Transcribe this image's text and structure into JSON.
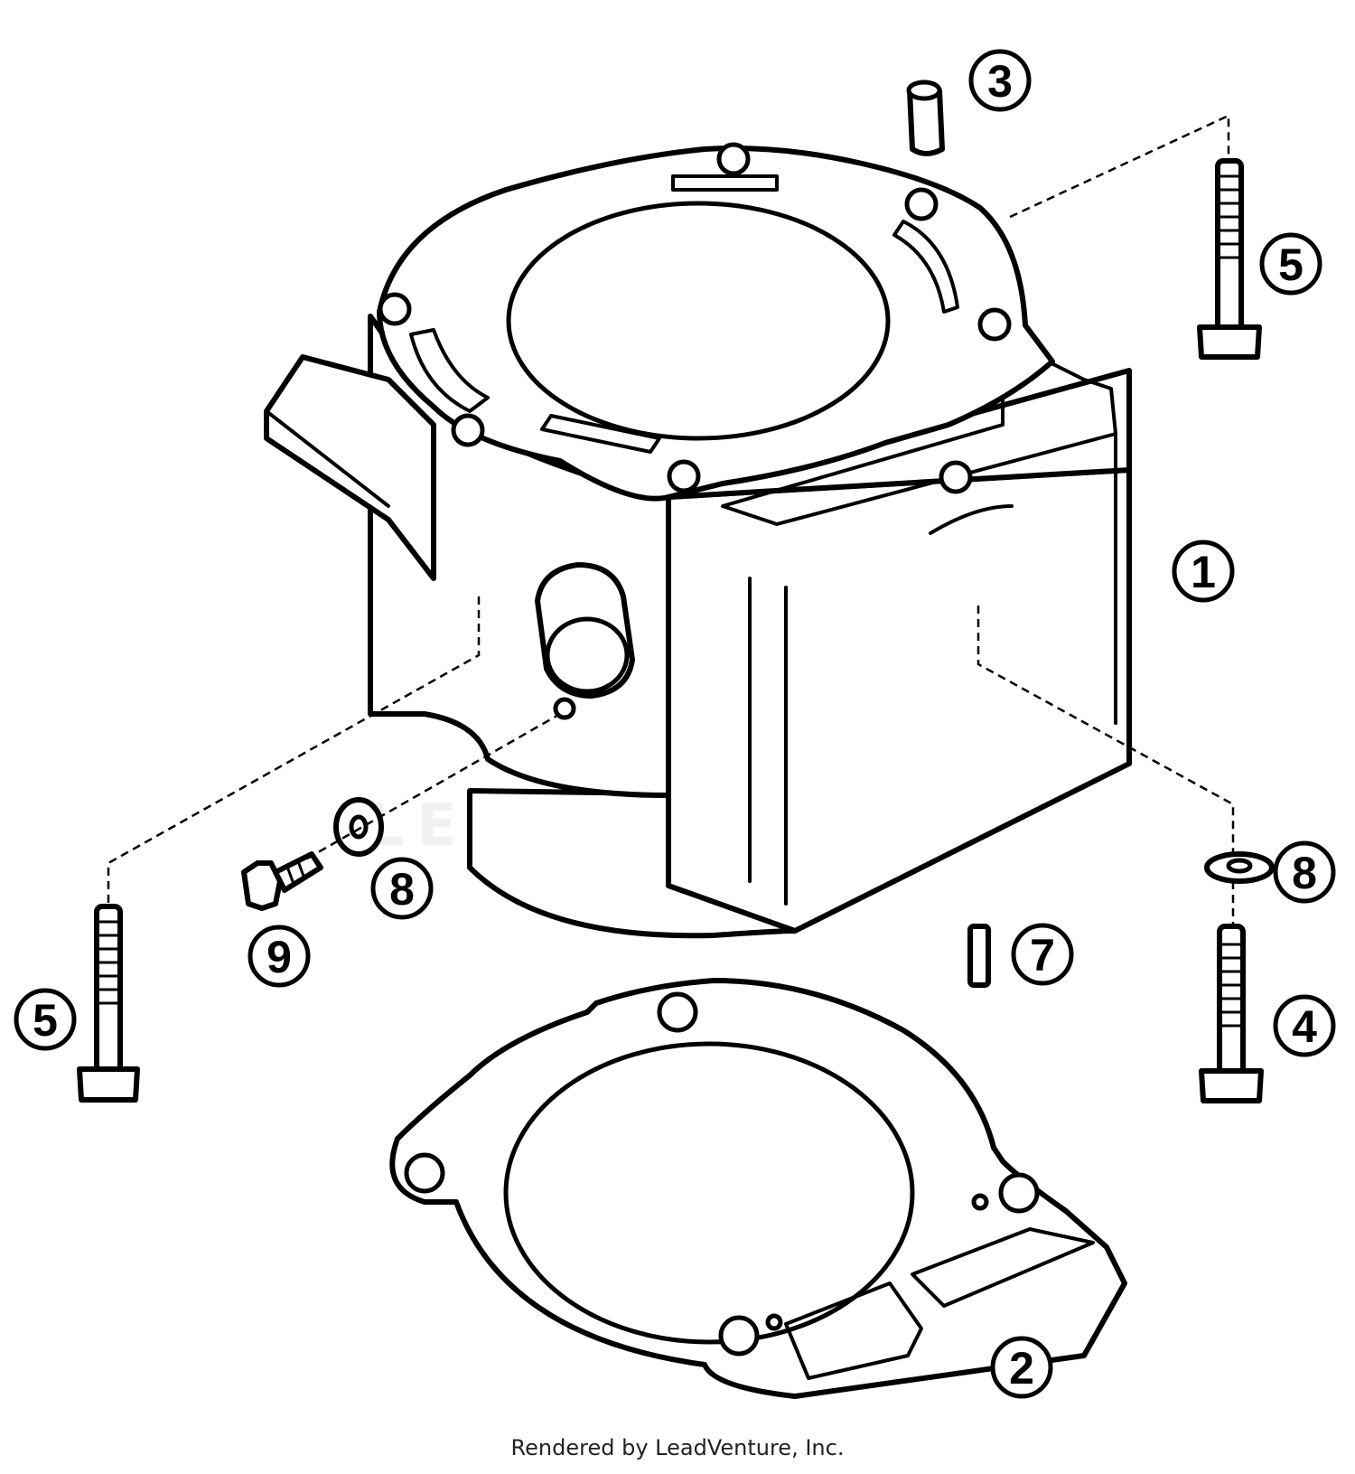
{
  "diagram": {
    "watermark": "LEADVENTURE",
    "footer": "Rendered by LeadVenture, Inc.",
    "callouts": [
      {
        "id": "c1",
        "label": "1"
      },
      {
        "id": "c2",
        "label": "2"
      },
      {
        "id": "c3",
        "label": "3"
      },
      {
        "id": "c4",
        "label": "4"
      },
      {
        "id": "c5a",
        "label": "5"
      },
      {
        "id": "c5b",
        "label": "5"
      },
      {
        "id": "c7",
        "label": "7"
      },
      {
        "id": "c8a",
        "label": "8"
      },
      {
        "id": "c8b",
        "label": "8"
      },
      {
        "id": "c9",
        "label": "9"
      }
    ]
  }
}
